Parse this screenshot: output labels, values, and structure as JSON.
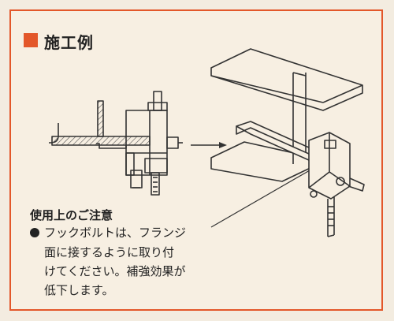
{
  "title": "施工例",
  "notes": {
    "heading": "使用上のご注意",
    "lines": [
      "フックボルトは、フランジ",
      "面に接するように取り付",
      "けてください。補強効果が",
      "低下します。"
    ]
  },
  "colors": {
    "accent": "#e3572a",
    "line": "#333333",
    "hatch": "#555555",
    "background": "#f7efe2"
  }
}
